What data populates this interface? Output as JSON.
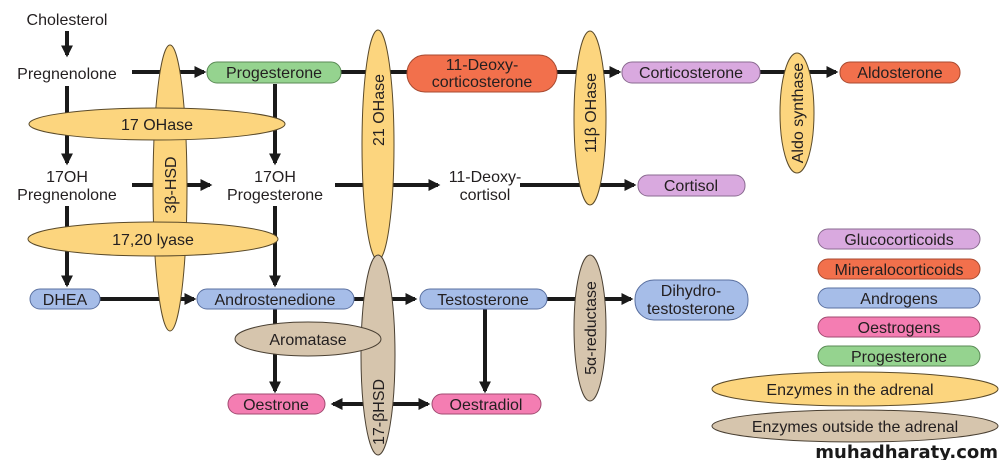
{
  "colors": {
    "glucocorticoid": "#d9a9df",
    "mineralocorticoid": "#f2704c",
    "androgen": "#a6bde8",
    "oestrogen": "#f47db2",
    "progesterone": "#95d38f",
    "enzyme_adrenal": "#fcd57e",
    "enzyme_outside": "#d6c5ad"
  },
  "compounds": {
    "cholesterol": "Cholesterol",
    "pregnenolone": "Pregnenolone",
    "progesterone": "Progesterone",
    "deoxycorticosterone_1": "11-Deoxy-",
    "deoxycorticosterone_2": "corticosterone",
    "corticosterone": "Corticosterone",
    "aldosterone": "Aldosterone",
    "oh_pregnenolone_1": "17OH",
    "oh_pregnenolone_2": "Pregnenolone",
    "oh_progesterone_1": "17OH",
    "oh_progesterone_2": "Progesterone",
    "deoxycortisol_1": "11-Deoxy-",
    "deoxycortisol_2": "cortisol",
    "cortisol": "Cortisol",
    "dhea": "DHEA",
    "androstenedione": "Androstenedione",
    "testosterone": "Testosterone",
    "dht_1": "Dihydro-",
    "dht_2": "testosterone",
    "oestrone": "Oestrone",
    "oestradiol": "Oestradiol"
  },
  "enzymes": {
    "hsd3b": "3β-HSD",
    "oh17": "17 OHase",
    "lyase": "17,20 lyase",
    "oh21": "21 OHase",
    "oh11b": "11β OHase",
    "aldo": "Aldo synthase",
    "aromatase": "Aromatase",
    "hsd17b": "17-βHSD",
    "reductase": "5α-reductase"
  },
  "legend": {
    "items": [
      "Glucocorticoids",
      "Mineralocorticoids",
      "Androgens",
      "Oestrogens",
      "Progesterone"
    ],
    "enzymes_adrenal": "Enzymes in the adrenal",
    "enzymes_outside": "Enzymes outside the adrenal"
  },
  "watermark": "muhadharaty.com"
}
